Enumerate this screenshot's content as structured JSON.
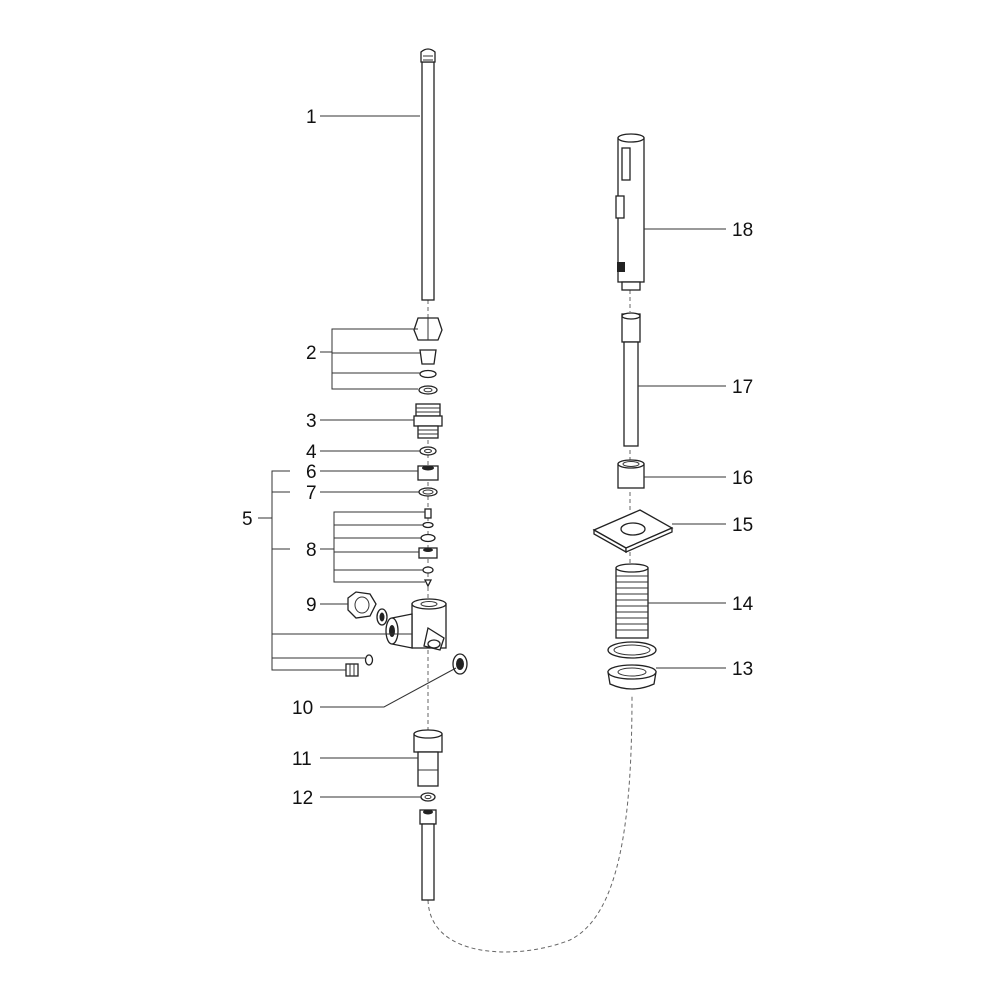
{
  "callouts": [
    {
      "id": "1",
      "text": "1"
    },
    {
      "id": "2",
      "text": "2"
    },
    {
      "id": "3",
      "text": "3"
    },
    {
      "id": "4",
      "text": "4"
    },
    {
      "id": "5",
      "text": "5"
    },
    {
      "id": "6",
      "text": "6"
    },
    {
      "id": "7",
      "text": "7"
    },
    {
      "id": "8",
      "text": "8"
    },
    {
      "id": "9",
      "text": "9"
    },
    {
      "id": "10",
      "text": "10"
    },
    {
      "id": "11",
      "text": "11"
    },
    {
      "id": "12",
      "text": "12"
    },
    {
      "id": "13",
      "text": "13"
    },
    {
      "id": "14",
      "text": "14"
    },
    {
      "id": "15",
      "text": "15"
    },
    {
      "id": "16",
      "text": "16"
    },
    {
      "id": "17",
      "text": "17"
    },
    {
      "id": "18",
      "text": "18"
    }
  ],
  "colors": {
    "line": "#222222",
    "background": "#ffffff"
  }
}
